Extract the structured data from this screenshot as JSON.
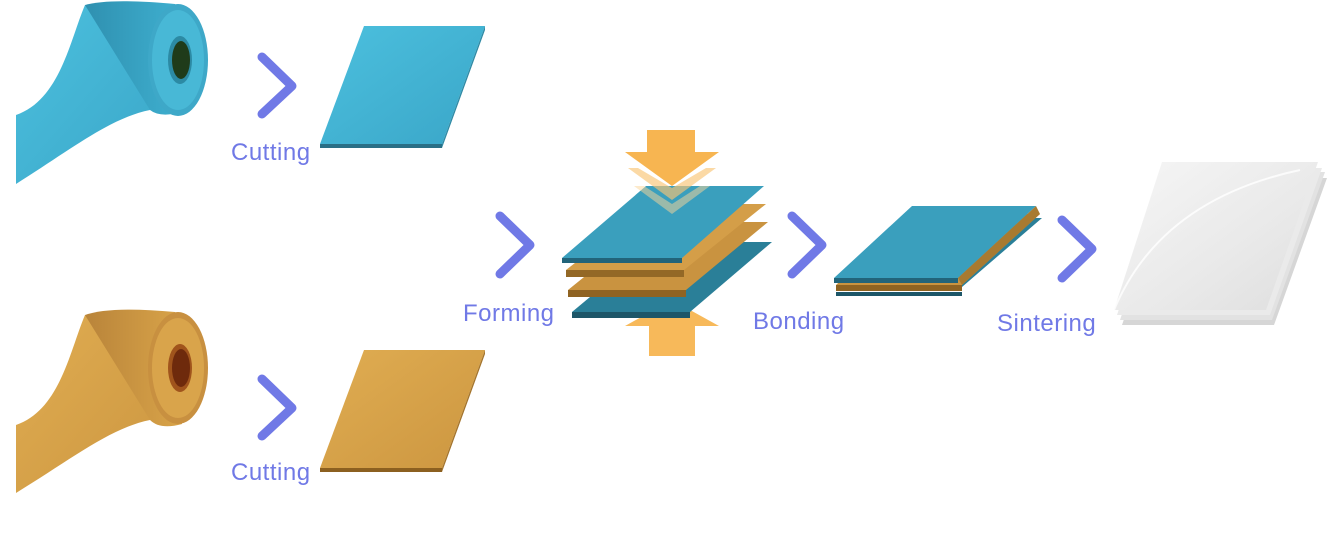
{
  "colors": {
    "blue_tape": "#46b6d6",
    "orange_tape": "#d8a44a",
    "arrow": "#7079e6",
    "press": "#f7b551",
    "sintered": "#eeeeee"
  },
  "steps": {
    "cutting_top": "Cutting",
    "cutting_bottom": "Cutting",
    "forming": "Forming",
    "bonding": "Bonding",
    "sintering": "Sintering"
  },
  "icons": [
    "chevron-right-icon",
    "press-arrow-down-icon",
    "press-arrow-up-icon"
  ]
}
